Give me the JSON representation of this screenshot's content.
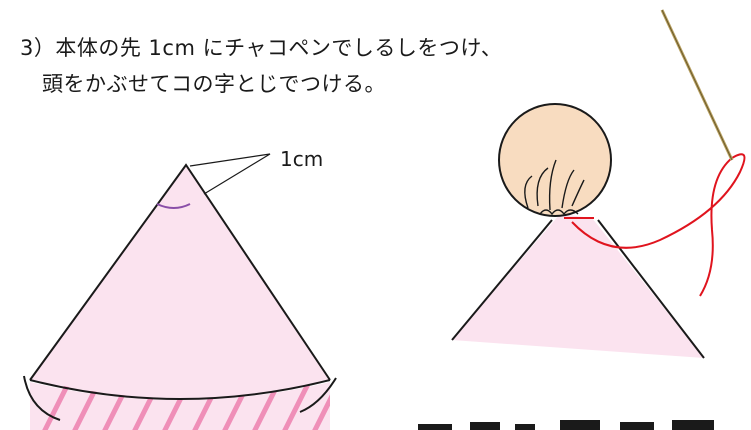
{
  "instruction": {
    "line1": "3）本体の先 1cm にチャコペンでしるしをつけ、",
    "line2": "頭をかぶせてコの字とじでつける。"
  },
  "left_figure": {
    "measure_label": "1cm"
  },
  "colors": {
    "body_fill": "#fbe3ef",
    "stripe": "#ef8fb8",
    "chalk_mark": "#8a4fa8",
    "head_fill": "#f8dcc0",
    "thread": "#e0141e",
    "needle": "#b8a060",
    "outline": "#1a1a1a"
  }
}
